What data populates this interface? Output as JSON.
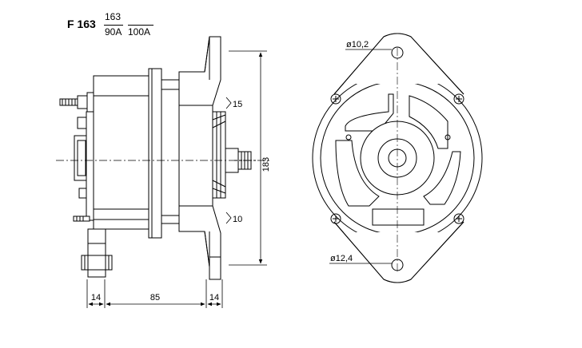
{
  "header": {
    "model": "F 163",
    "variant": "163",
    "ratings": [
      "90A",
      "100A"
    ]
  },
  "side_view": {
    "dims": {
      "height": "183",
      "flange_top_offset": "15",
      "flange_bottom_offset": "10",
      "body_length": "85",
      "left_foot": "14",
      "right_foot": "14"
    }
  },
  "front_view": {
    "hole_top": "ø10,2",
    "hole_bottom": "ø12,4"
  }
}
